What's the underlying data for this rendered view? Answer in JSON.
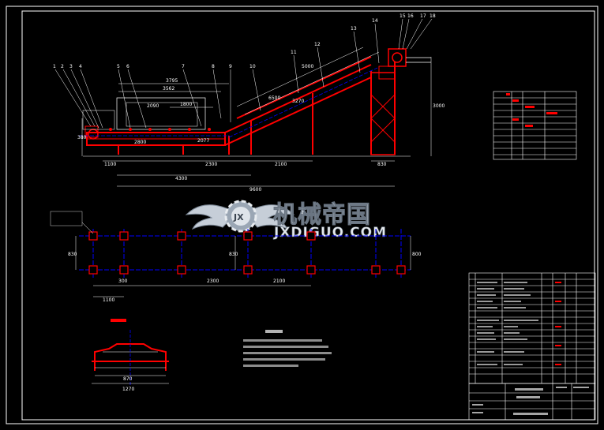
{
  "watermark": {
    "chinese": "机械帝国",
    "english": "JXDIGUO.COM",
    "logo_letters": "JX"
  },
  "callouts": [
    "1",
    "2",
    "3",
    "4",
    "5",
    "6",
    "7",
    "8",
    "9",
    "10",
    "11",
    "12",
    "13",
    "14",
    "15",
    "16",
    "17",
    "18"
  ],
  "elevation_dims": {
    "d3795": "3795",
    "d3562": "3562",
    "d1800": "1800",
    "d2800": "2800",
    "d2077": "2077",
    "d1100": "1100",
    "d2300": "2300",
    "d2100": "2100",
    "d830": "830",
    "d4300": "4300",
    "d9600": "9600",
    "d380": "380",
    "d2090": "2090",
    "d3270": "3270",
    "d3000": "3000",
    "d6500": "6500",
    "d5000": "5000"
  },
  "plan_dims": {
    "d1100": "1100",
    "d300": "300",
    "d2300": "2300",
    "d2100": "2100",
    "d830": "830",
    "d830b": "830",
    "d800": "800"
  },
  "detail_dims": {
    "d1270": "1270",
    "d870": "870"
  },
  "colors": {
    "background": "#000000",
    "frame": "#ffffff",
    "structure": "#ff0000",
    "centerline": "#0000ff",
    "annotation": "#ffff00",
    "table": "#ffffff"
  }
}
